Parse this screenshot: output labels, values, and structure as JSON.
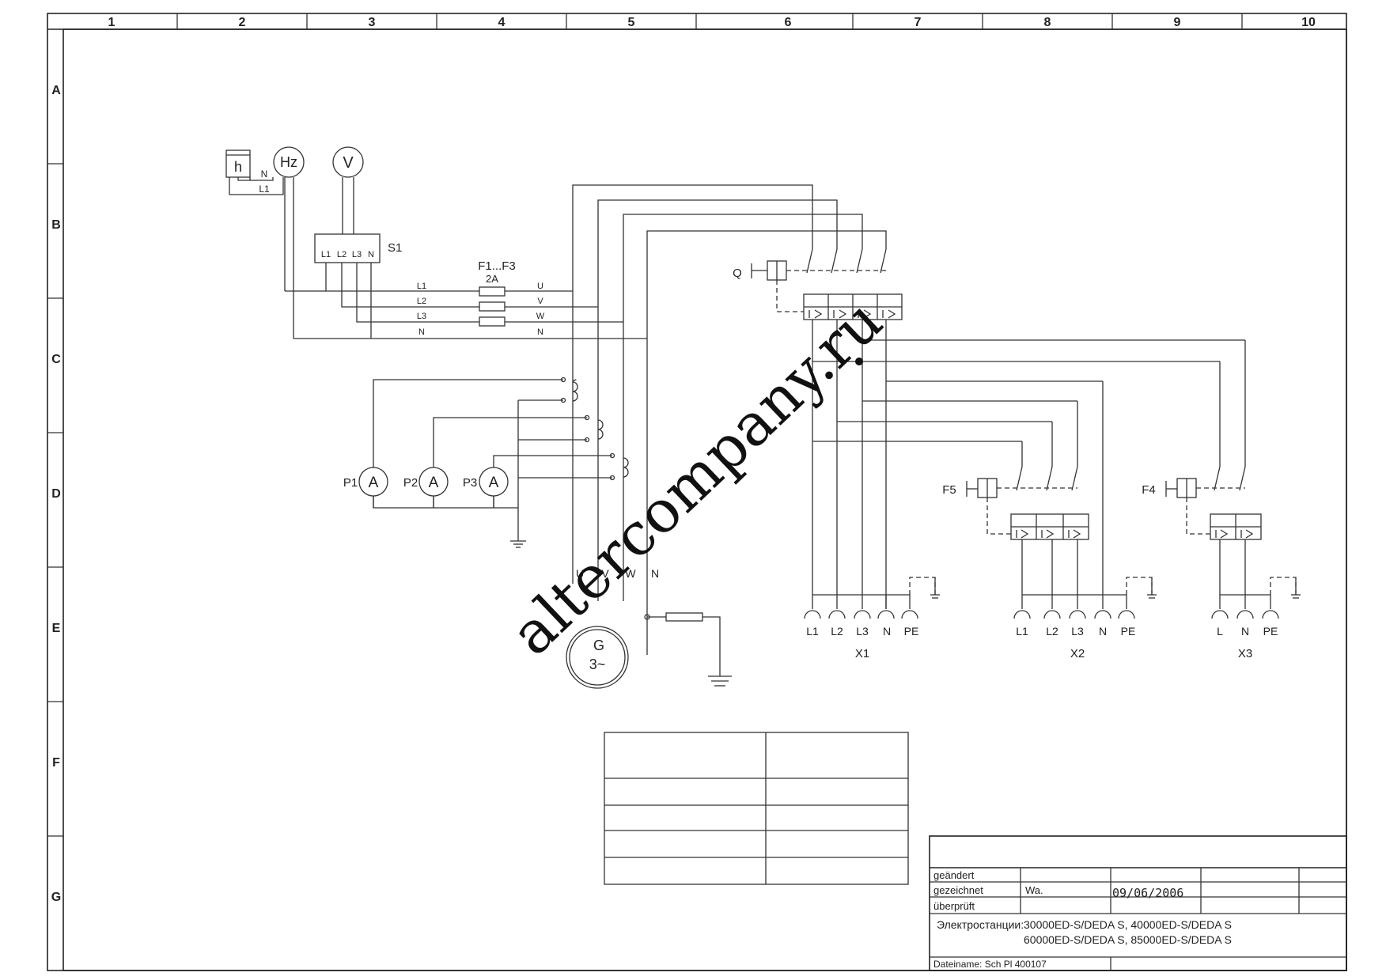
{
  "frame": {
    "columns": [
      "1",
      "2",
      "3",
      "4",
      "5",
      "6",
      "7",
      "8",
      "9",
      "10"
    ],
    "rows": [
      "A",
      "B",
      "C",
      "D",
      "E",
      "F",
      "G"
    ]
  },
  "meters": {
    "hours": "h",
    "frequency": "Hz",
    "voltage": "V",
    "ammeter": "A"
  },
  "hour_meter_leads": {
    "n": "N",
    "l1": "L1"
  },
  "switch_s1": {
    "label": "S1",
    "terminals": [
      "L1",
      "L2",
      "L3",
      "N"
    ]
  },
  "fuses": {
    "label": "F1...F3",
    "rating": "2A",
    "lines_in": [
      "L1",
      "L2",
      "L3",
      "N"
    ],
    "lines_out": [
      "U",
      "V",
      "W",
      "N"
    ]
  },
  "ammeters": {
    "labels": [
      "P1",
      "P2",
      "P3"
    ]
  },
  "generator": {
    "symbol": "G",
    "type": "3~",
    "terminals": [
      "U",
      "V",
      "W",
      "N"
    ]
  },
  "main_breaker": {
    "label": "Q"
  },
  "breaker_f5": {
    "label": "F5"
  },
  "breaker_f4": {
    "label": "F4"
  },
  "sockets": {
    "x1": {
      "label": "X1",
      "pins": [
        "L1",
        "L2",
        "L3",
        "N",
        "PE"
      ]
    },
    "x2": {
      "label": "X2",
      "pins": [
        "L1",
        "L2",
        "L3",
        "N",
        "PE"
      ]
    },
    "x3": {
      "label": "X3",
      "pins": [
        "L",
        "N",
        "PE"
      ]
    }
  },
  "title_block": {
    "changed": "geändert",
    "drawn": "gezeichnet",
    "drawn_by": "Wa.",
    "date": "09/06/2006",
    "checked": "überprüft",
    "product_label": "Электростанции:",
    "product_line1": "30000ED-S/DEDA S, 40000ED-S/DEDA S",
    "product_line2": "60000ED-S/DEDA S, 85000ED-S/DEDA S",
    "filename": "Dateiname: Sch Pl 400107"
  },
  "watermark": "altercompany.ru"
}
